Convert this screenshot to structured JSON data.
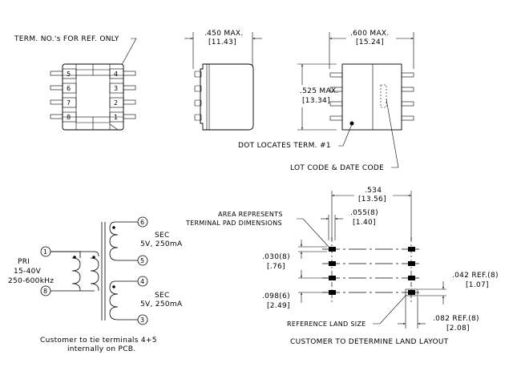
{
  "top_view": {
    "note": "TERM. NO.'s FOR REF. ONLY",
    "left_terminals": [
      "5",
      "6",
      "7",
      "8"
    ],
    "right_terminals": [
      "4",
      "3",
      "2",
      "1"
    ]
  },
  "side_view": {
    "width_in": ".450 MAX.",
    "width_mm": "[11.43]"
  },
  "front_view": {
    "width_in": ".600 MAX.",
    "width_mm": "[15.24]",
    "height_in": ".525 MAX.",
    "height_mm": "[13.34]",
    "dot_note": "DOT LOCATES TERM. #1",
    "lot_note": "LOT CODE & DATE CODE"
  },
  "schematic": {
    "primary": {
      "label": "PRI",
      "voltage": "15-40V",
      "frequency": "250-600kHz",
      "pins": [
        "1",
        "8"
      ]
    },
    "secondaries": [
      {
        "label": "SEC",
        "rating": "5V, 250mA",
        "pins": [
          "6",
          "5"
        ]
      },
      {
        "label": "SEC",
        "rating": "5V, 250mA",
        "pins": [
          "4",
          "3"
        ]
      }
    ],
    "note_line1": "Customer to tie terminals 4+5",
    "note_line2": "internally on PCB."
  },
  "land_layout": {
    "pad_note_line1": "AREA REPRESENTS",
    "pad_note_line2": "TERMINAL PAD DIMENSIONS",
    "span_in": ".534",
    "span_mm": "[13.56]",
    "pad_w_in": ".055(8)",
    "pad_w_mm": "[1.40]",
    "pad_h_in": ".030(8)",
    "pad_h_mm": "[.76]",
    "pitch_in": ".098(6)",
    "pitch_mm": "[2.49]",
    "land_h_in": ".042 REF.(8)",
    "land_h_mm": "[1.07]",
    "land_w_in": ".082 REF.(8)",
    "land_w_mm": "[2.08]",
    "ref_land_note": "REFERENCE LAND SIZE",
    "footer": "CUSTOMER TO DETERMINE LAND LAYOUT"
  }
}
